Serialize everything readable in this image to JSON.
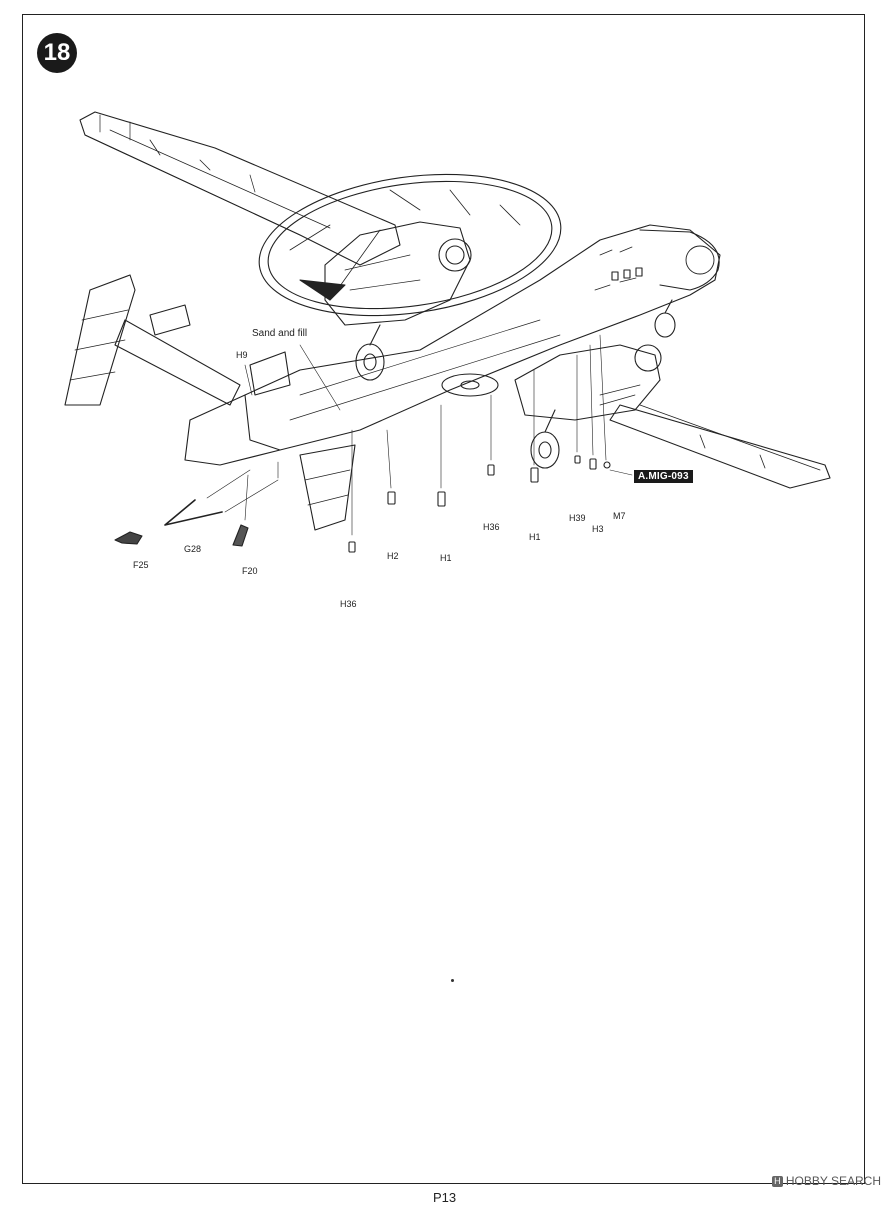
{
  "step": {
    "number": "18"
  },
  "note": {
    "text": "Sand and fill"
  },
  "paint_code": {
    "text": "A.MIG-093"
  },
  "parts": {
    "h9": "H9",
    "g28": "G28",
    "f25": "F25",
    "f20": "F20",
    "h36_left": "H36",
    "h2": "H2",
    "h1_mid": "H1",
    "h36_mid": "H36",
    "h1_right": "H1",
    "h39": "H39",
    "h3": "H3",
    "m7": "M7"
  },
  "page": {
    "number": "P13"
  },
  "watermark": {
    "badge": "H",
    "text": "HOBBY SEARCH"
  }
}
